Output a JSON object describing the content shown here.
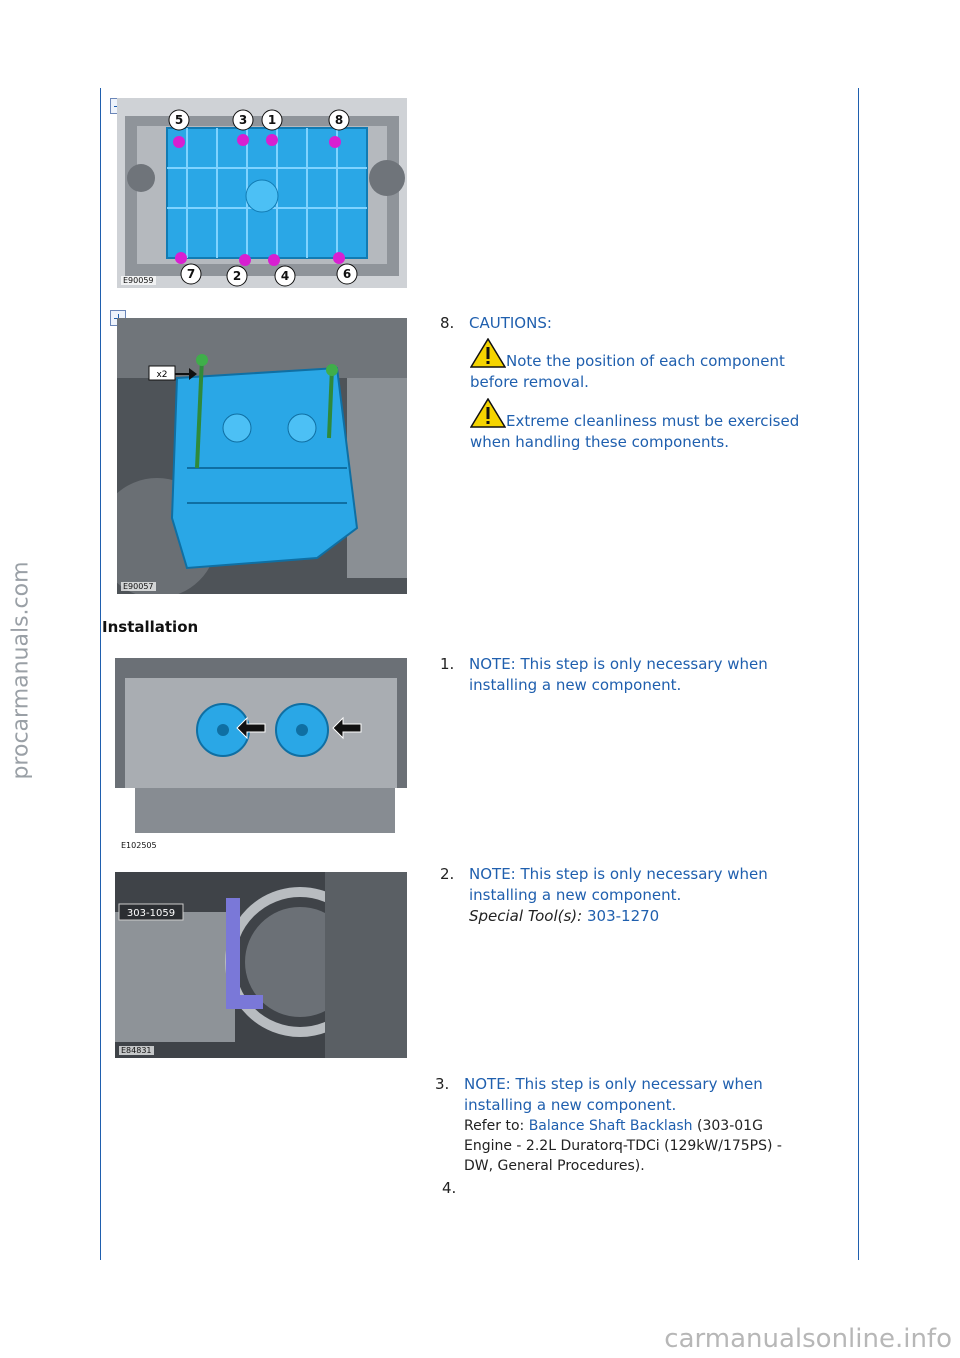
{
  "watermarks": {
    "side": "procarmanuals.com",
    "bottom": "carmanualsonline.info"
  },
  "figures": [
    {
      "id": "E90059",
      "callouts": [
        "5",
        "3",
        "1",
        "8",
        "7",
        "2",
        "4",
        "6"
      ]
    },
    {
      "id": "E90057",
      "callout": "x2"
    },
    {
      "id": "E102505"
    },
    {
      "id": "E84831",
      "callout": "303-1059"
    }
  ],
  "removal_step_8": {
    "number": "8.",
    "title": "CAUTIONS:",
    "warnings": [
      {
        "line1": "Note the position of each component",
        "line2": "before removal."
      },
      {
        "line1": "Extreme cleanliness must be exercised",
        "line2": "when handling these components."
      }
    ]
  },
  "section_heading": "Installation",
  "installation_steps": [
    {
      "number": "1.",
      "line1": "NOTE: This step is only necessary when",
      "line2": "installing a new component."
    },
    {
      "number": "2.",
      "line1": "NOTE: This step is only necessary when",
      "line2": "installing a new component.",
      "tool_label": "Special Tool(s):",
      "tool_value": "303-1270"
    },
    {
      "number": "3.",
      "line1": "NOTE: This step is only necessary when",
      "line2": "installing a new component.",
      "refer_prefix": "Refer to:",
      "refer_link": "Balance Shaft Backlash",
      "refer_rest_1": " (303-01G",
      "refer_line2": "Engine - 2.2L Duratorq-TDCi (129kW/175PS) -",
      "refer_line3": "DW, General Procedures)."
    },
    {
      "number": "4."
    }
  ],
  "colors": {
    "accent": "#1f5fae",
    "warning": "#f5d400",
    "part_blue": "#2aa7e6",
    "bolt_magenta": "#d81fd1"
  }
}
